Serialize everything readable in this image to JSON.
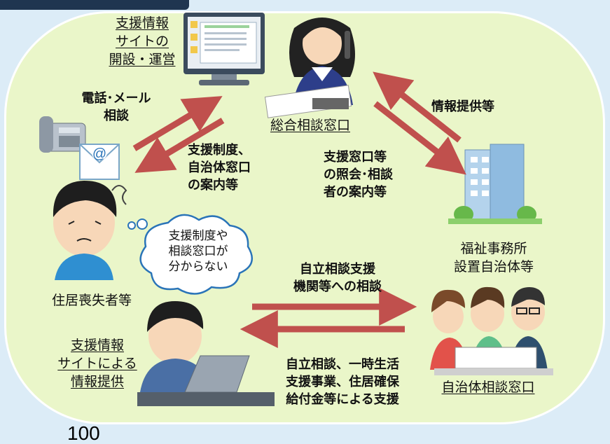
{
  "labels": {
    "site_operation": [
      "支援情報",
      "サイトの",
      "開設・運営"
    ],
    "consult_window": "総合相談窓口",
    "phone_mail": [
      "電話･メール",
      "相談"
    ],
    "info_provision": "情報提供等",
    "guidance": [
      "支援制度、",
      "自治体窓口",
      "の案内等"
    ],
    "inquiry": [
      "支援窓口等",
      "の照会･相談",
      "者の案内等"
    ],
    "bubble": [
      "支援制度や",
      "相談窓口が",
      "分からない"
    ],
    "welfare_office": [
      "福祉事務所",
      "設置自治体等"
    ],
    "independent_consult": [
      "自立相談支援",
      "機関等への相談"
    ],
    "homeless": "住居喪失者等",
    "site_provision": [
      "支援情報",
      "サイトによる",
      "情報提供"
    ],
    "support_services": [
      "自立相談、一時生活",
      "支援事業、住居確保",
      "給付金等による支援"
    ],
    "municipal_window": "自治体相談窓口",
    "page_number": "100"
  },
  "colors": {
    "background": "#dcecf7",
    "blob_fill": "#eaf6c9",
    "arrow": "#c0504d",
    "header_tab": "#1f3550"
  }
}
